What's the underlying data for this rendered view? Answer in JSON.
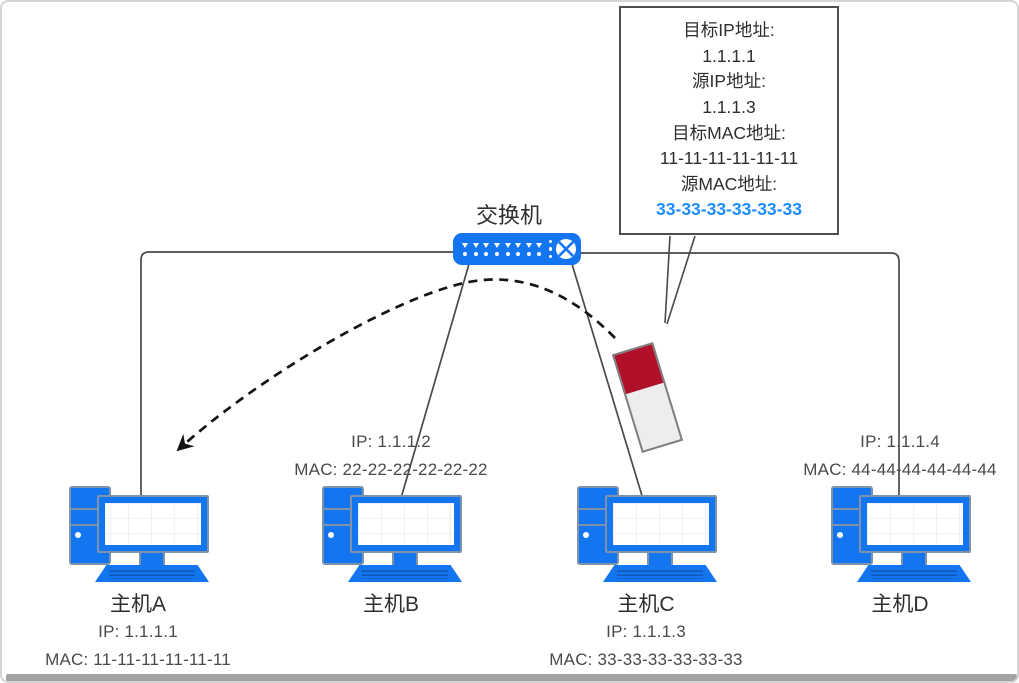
{
  "colors": {
    "device_blue": "#1475F0",
    "outline_gray": "#7E93AA",
    "packet_red": "#B0102A",
    "packet_body": "#EDEDED",
    "highlight_blue": "#1E8CFA",
    "wire_dark": "#4A4A4A",
    "arrow_black": "#141414",
    "callout_border": "#4F4F4F",
    "text_dark": "#2E2E2E",
    "text_mid": "#4A4A4A",
    "bottom_bar": "#A3A3A3"
  },
  "switch": {
    "label": "交换机"
  },
  "callout": {
    "lines": [
      {
        "text": "目标IP地址:",
        "highlight": false
      },
      {
        "text": "1.1.1.1",
        "highlight": false
      },
      {
        "text": "源IP地址:",
        "highlight": false
      },
      {
        "text": "1.1.1.3",
        "highlight": false
      },
      {
        "text": "目标MAC地址:",
        "highlight": false
      },
      {
        "text": "11-11-11-11-11-11",
        "highlight": false
      },
      {
        "text": "源MAC地址:",
        "highlight": false
      },
      {
        "text": "33-33-33-33-33-33",
        "highlight": true
      }
    ]
  },
  "hosts": [
    {
      "name": "主机A",
      "ip_line": "IP: 1.1.1.1",
      "mac_line": "MAC: 11-11-11-11-11-11",
      "labels_position": "below"
    },
    {
      "name": "主机B",
      "ip_line": "IP: 1.1.1.2",
      "mac_line": "MAC: 22-22-22-22-22-22",
      "labels_position": "above"
    },
    {
      "name": "主机C",
      "ip_line": "IP: 1.1.1.3",
      "mac_line": "MAC: 33-33-33-33-33-33",
      "labels_position": "below"
    },
    {
      "name": "主机D",
      "ip_line": "IP: 1.1.1.4",
      "mac_line": "MAC: 44-44-44-44-44-44",
      "labels_position": "above"
    }
  ],
  "icons": {
    "switch-icon": "blue rounded box with 8 port triangles, 8 port dots and an X-circle uplink",
    "computer-icon": "blue desktop tower + monitor + keyboard",
    "packet-icon": "tilted envelope, red header over light body",
    "dashed-arrow": "black dashed curved arrow from packet over switch to host A",
    "switch-x-port-icon": "white circle crossed by blue X"
  }
}
